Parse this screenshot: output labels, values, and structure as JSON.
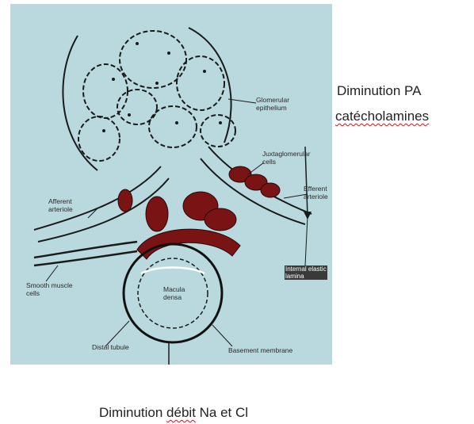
{
  "diagram": {
    "colors": {
      "background": "#b9d9df",
      "granular_cells": "#7a1414",
      "outline": "#1a1a1a"
    },
    "labels": {
      "glomerular_epithelium": "Glomerular\nepithelium",
      "juxtaglomerular_cells": "Juxtaglomerular\ncells",
      "efferent_arteriole": "Efferent\narteriole",
      "afferent_arteriole": "Afferent\narteriole",
      "smooth_muscle_cells": "Smooth muscle\ncells",
      "internal_elastic_lamina": "Internal elastic\nlamina",
      "macula_densa": "Macula\ndensa",
      "distal_tubule": "Distal tubule",
      "basement_membrane": "Basement membrane"
    }
  },
  "annotations": {
    "top_line1": "Diminution PA",
    "top_line2": "catécholamines",
    "bottom_prefix": "Diminution ",
    "bottom_word": "débit",
    "bottom_suffix": " Na et Cl"
  }
}
